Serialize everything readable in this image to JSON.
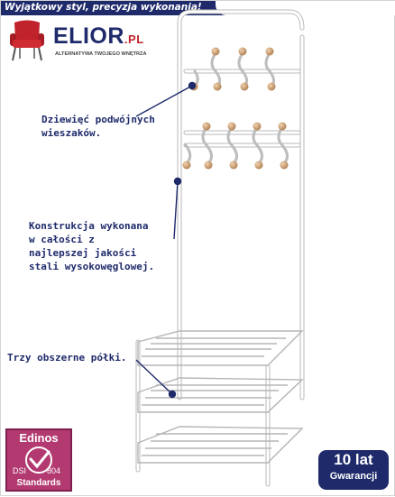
{
  "banner": {
    "text": "Wyjątkowy styl, precyzja wykonania!"
  },
  "brand": {
    "name": "ELIOR",
    "suffix": ".PL",
    "tagline": "ALTERNATYWA TWOJEGO WNĘTRZA",
    "icon": "red-armchair-icon"
  },
  "callouts": [
    {
      "lines": [
        "Dziewięć podwójnych",
        "wieszaków."
      ]
    },
    {
      "lines": [
        "Konstrukcja wykonana",
        "w całości z",
        "najlepszej jakości",
        "stali wysokowęglowej."
      ]
    },
    {
      "lines": [
        "Trzy obszerne półki."
      ]
    }
  ],
  "edinos": {
    "title": "Edinos",
    "dsi": "DSI",
    "number": "804",
    "standards": "Standards"
  },
  "guarantee": {
    "line1": "10 lat",
    "line2": "Gwarancji"
  },
  "colors": {
    "navy": "#1f2a6b",
    "brand_red": "#c0232b",
    "edinos_magenta": "#b23a70",
    "rack_white": "#ffffff",
    "hook_knob": "#c99a6b"
  }
}
